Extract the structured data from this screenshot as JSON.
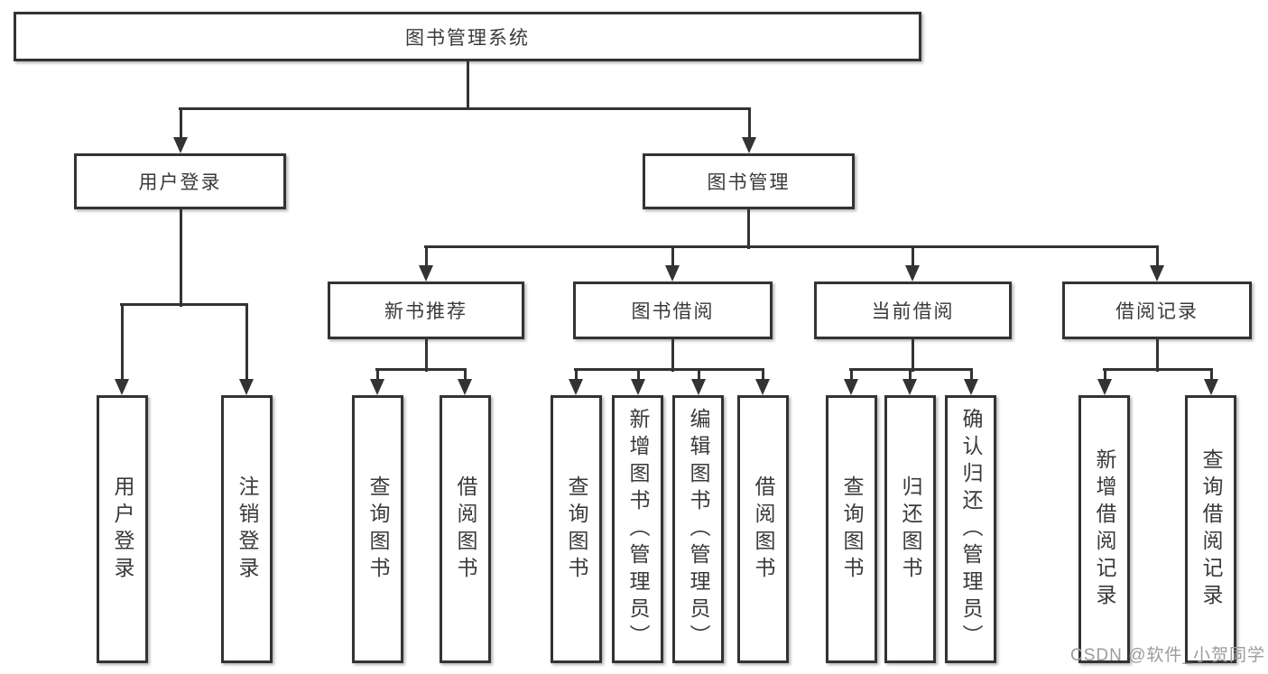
{
  "diagram": {
    "root": {
      "label": "图书管理系统"
    },
    "branches": [
      {
        "label": "用户登录",
        "children": [
          {
            "label": "用户登录"
          },
          {
            "label": "注销登录"
          }
        ]
      },
      {
        "label": "图书管理",
        "children": [
          {
            "label": "新书推荐",
            "children": [
              {
                "label": "查询图书"
              },
              {
                "label": "借阅图书"
              }
            ]
          },
          {
            "label": "图书借阅",
            "children": [
              {
                "label": "查询图书"
              },
              {
                "label": "新增图书（管理员）"
              },
              {
                "label": "编辑图书（管理员）"
              },
              {
                "label": "借阅图书"
              }
            ]
          },
          {
            "label": "当前借阅",
            "children": [
              {
                "label": "查询图书"
              },
              {
                "label": "归还图书"
              },
              {
                "label": "确认归还（管理员）"
              }
            ]
          },
          {
            "label": "借阅记录",
            "children": [
              {
                "label": "新增借阅记录"
              },
              {
                "label": "查询借阅记录"
              }
            ]
          }
        ]
      }
    ]
  },
  "watermark": {
    "text": "CSDN @软件_小贺同学"
  },
  "colors": {
    "line": "#333333",
    "text": "#3a3a3e",
    "background": "#ffffff",
    "watermark": "#9c9c9c"
  }
}
